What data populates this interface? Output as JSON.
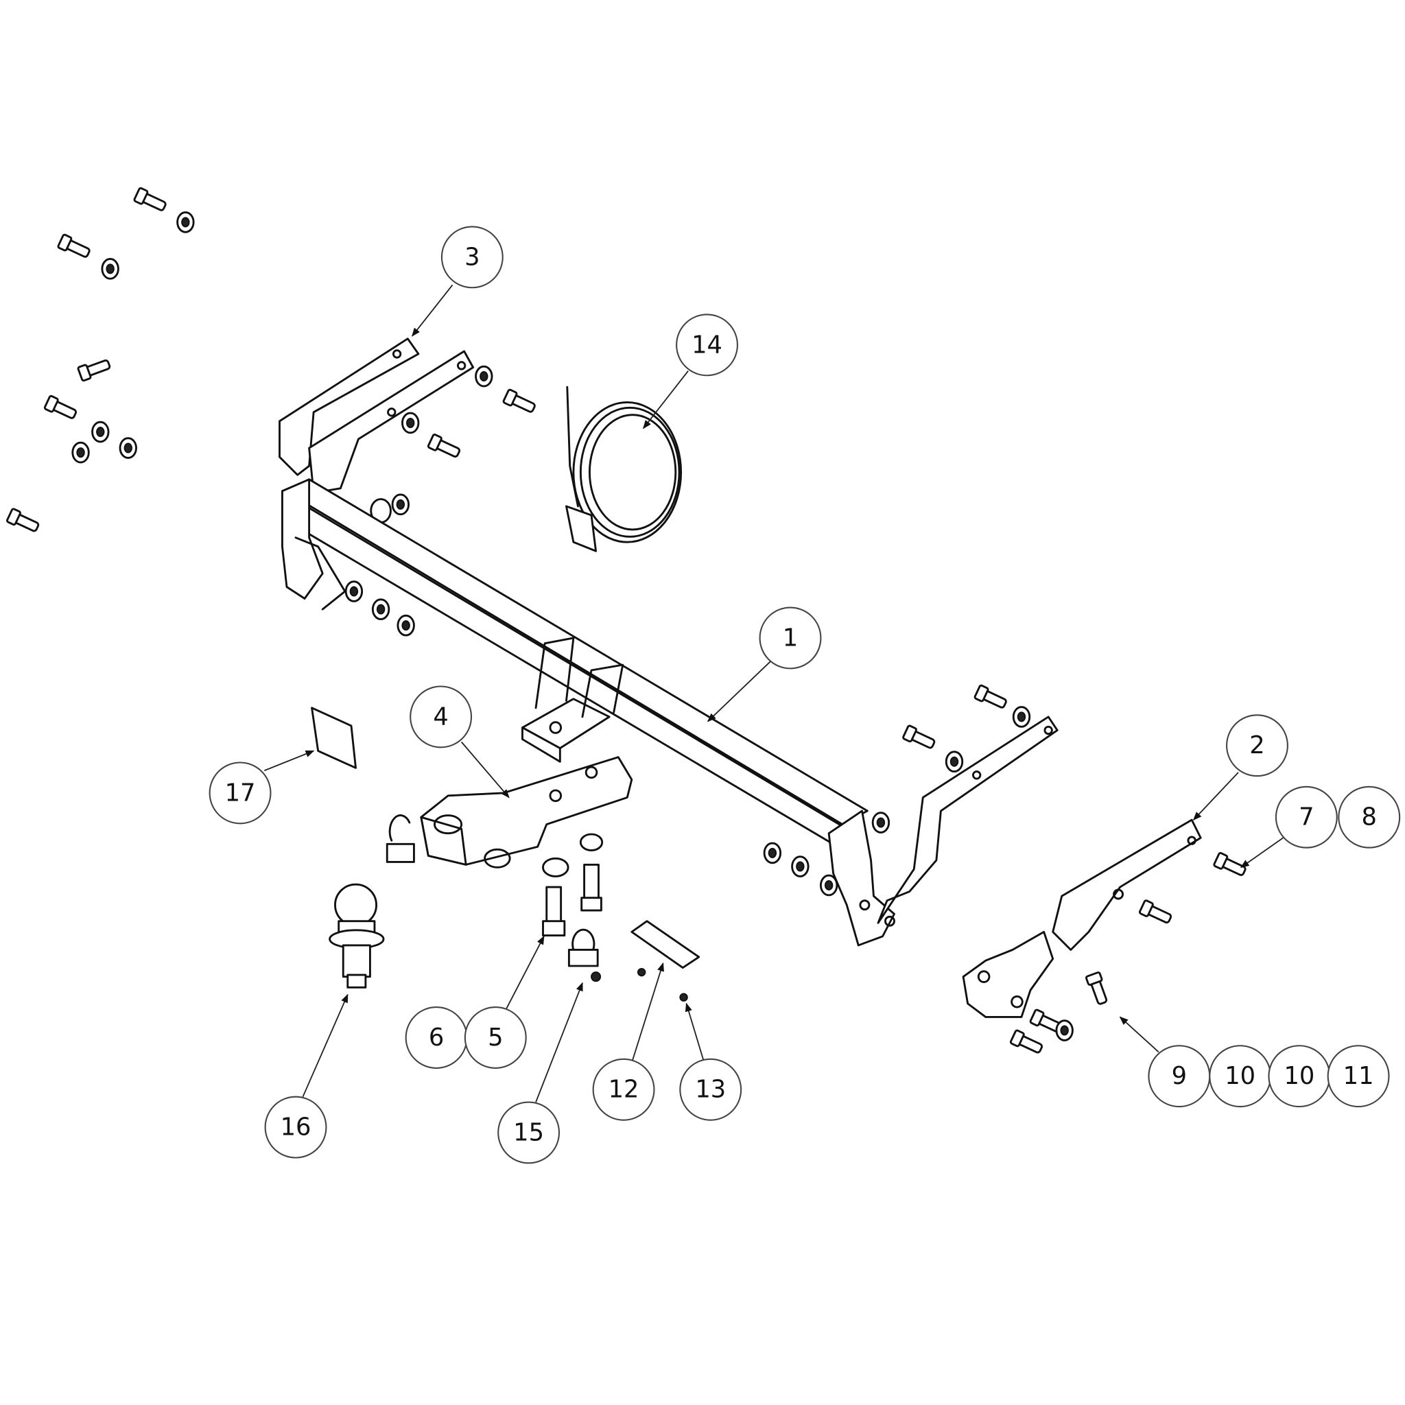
{
  "diagram": {
    "type": "exploded parts diagram",
    "callouts": [
      "3",
      "14",
      "1",
      "4",
      "2",
      "7",
      "8",
      "17",
      "16",
      "6",
      "5",
      "15",
      "12",
      "13",
      "9",
      "10",
      "10",
      "11"
    ]
  }
}
